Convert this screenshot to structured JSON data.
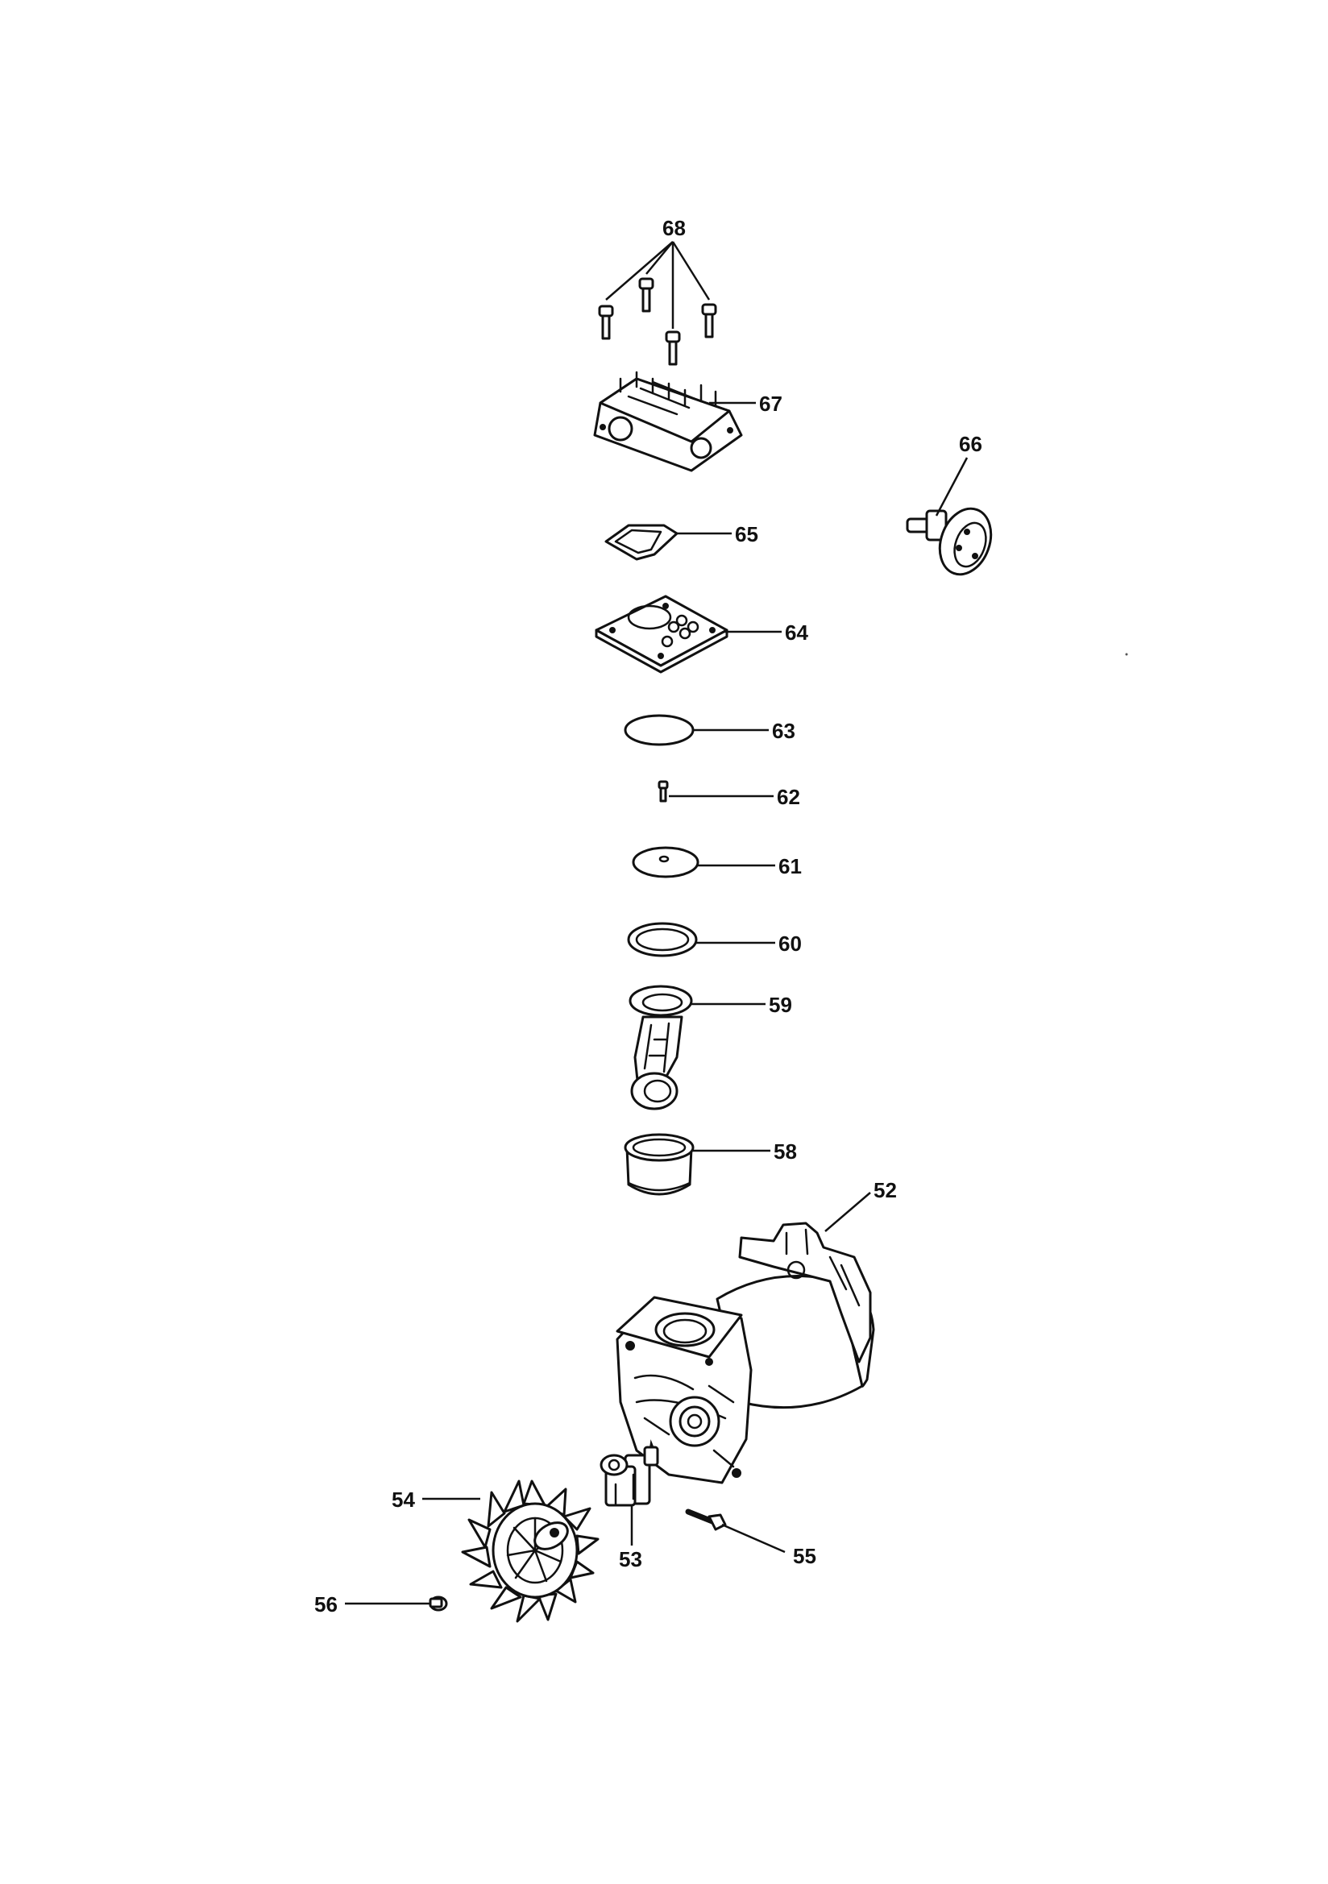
{
  "diagram": {
    "callouts": {
      "c52": "52",
      "c53": "53",
      "c54": "54",
      "c55": "55",
      "c56": "56",
      "c58": "58",
      "c59": "59",
      "c60": "60",
      "c61": "61",
      "c62": "62",
      "c63": "63",
      "c64": "64",
      "c65": "65",
      "c66": "66",
      "c67": "67",
      "c68": "68"
    },
    "colors": {
      "ink": "#111111",
      "paper": "#ffffff"
    }
  }
}
